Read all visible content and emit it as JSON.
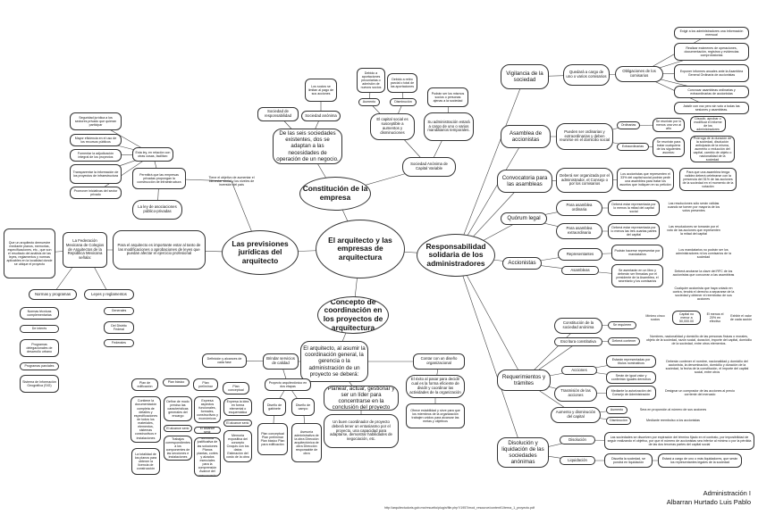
{
  "center": "El arquitecto y las empresas de arquitectura",
  "main": {
    "constitucion": "Constitución de la empresa",
    "previsiones": "Las previsiones jurídicas del arquitecto",
    "responsabilidad": "Responsabilidad solidaria de los administradores",
    "concepto": "Concepto de coordinación en los proyectos de arquitectura"
  },
  "constitucion_branch": {
    "de_las_seis": "De las seis sociedades existentes, dos se adaptan a las necesidades de operación de un negocio.",
    "soc_responsabilidad": "Sociedad de responsabilidad",
    "soc_anonima": "Sociedad anónima",
    "socios_limitar": "Los socios se limitan al pago de sus acciones",
    "debido_aportaciones": "Debido a aportaciones pecuniarias o admisión de nuevos socios",
    "debido_reduccion": "Debido a retiro parcial o total de las aportaciones",
    "aumento": "Aumento",
    "disminucion": "Disminución",
    "capital_social": "El capital social es susceptible a aumentos y disminuciones",
    "podran_mismos": "Podrán ser los mismos socios o personas ajenas a la sociedad",
    "administracion": "Su administración estará a cargo de uno o varios mandatarios temporales.",
    "anonima_capital": "Sociedad Anónima de Capital Variable"
  },
  "previsiones_branch": {
    "seguridad": "Seguridad jurídica a los sectores privado que quieran participar",
    "mayor_eficiencia": "Mayor eficiencia en el uso de los recursos públicos",
    "fomentar": "Fomentar la adjudicación integral de los proyectos",
    "transparentar": "Transparentar la información de los proyectos de infraestructura",
    "promover": "Promover iniciativas del sector privado",
    "esta_ley": "Esta ley, en relación con otras cosas, facilitan:",
    "permitira": "Permitirá que las empresas privadas propongan la construcción de infraestructura",
    "tiene_objetivo": "Tiene el objetivo de aumentar el bienestar social y los niveles de inversión del país",
    "ley_asociaciones": "La ley de asociaciones público-privadas",
    "para_arquitecto": "Para el arquitecto es importante estar al tanto de las modificaciones o aprobaciones de leyes que puedan afectar el ejercicio profesional",
    "federacion": "La Federación Mexicana de Colegios de Arquitectos de la República Mexicana señala:",
    "que_un_arquitecto": "Que un arquitecto demuestre mediante planos, memorias, especificaciones, etc., que son el resultado del análisis de las leyes, reglamentos y normas aplicables en la localidad donde se ubique el proyecto",
    "normas": "Normas y programas",
    "leyes": "Leyes y reglamentos",
    "normas_items": [
      "Normas técnicas complementarias",
      "De interés",
      "Programas delegacionales de desarrollo urbano",
      "Programas parciales",
      "Sistema de Información Geográfica (SIG)"
    ],
    "leyes_items": [
      "Generales",
      "Del Distrito Federal",
      "Federales"
    ]
  },
  "coordinacion_branch": {
    "arquitecto_asumir": "El arquitecto, al asumir la coordinación general, la gerencia o la administración de un proyecto se deberá:",
    "brindar": "Brindar servicios de calidad",
    "contar": "Contar con un diseño organizacional",
    "definicion": "Definición y alcances de cada fase",
    "proyecto_arq": "Proyecto arquitectónico en dos etapas",
    "planes": [
      "Plan de edificación",
      "Plan básico",
      "Plan preliminar",
      "Plan conceptual"
    ],
    "plan_desc": [
      "Contiene la documentación completa de detalles y especificaciones de todos los materiales, elementos, sistemas constructivos e instalaciones",
      "Define de modo preciso las características generales del encargo",
      "Expresa aspectos funcionales, formales, constructivos y económicos",
      "Expresa la idea en forma elemental o esquemática"
    ],
    "el_alcance": [
      "El alcance será:",
      "El alcance será:",
      "El alcance será:"
    ],
    "alcance_desc": [
      "La totalidad de los planos para obtener la licencia de construcción",
      "Trabajos correspondientes a los componentes de las secciones e instalaciones",
      "Memoria justificativa de las soluciones Planos plantas, cortes y alzados esenciales para la comprensión Avance del presupuesto",
      "Memoria expositiva del concepto Croquis con los datos Estimación del costo de la obra"
    ],
    "diseno_gabinete": "Diseño de gabinete",
    "diseno_campo": "Diseño de campo",
    "gabinete_desc": "Plan conceptual Plan preliminar Plan básico Plan para edificación",
    "campo_desc": "Asesoría administrativa de la obra Dirección arquitectónica de obra Dirección responsable de obra",
    "planear": "Planear, actuar, gestionar y ser un líder para concentrarse en la conclusión del proyecto",
    "buen_coordinador": "Un buen coordinador de proyecto deberá tener un entusiasmo por el proyecto, una capacidad para adaptarse, demostrar habilidades de negociación, etc.",
    "exito": "El éxito al pasar para decidir cual es la forma eficiente de dividir y coordinar las actividades de la organización",
    "ofrece": "Ofrece estabilidad y sirve para que los miembros de la organización trabajen unidos para alcanzar las metas y objetivos"
  },
  "responsabilidad_branch": {
    "vigilancia": "Vigilancia de la sociedad",
    "cargo_comisarios": "Quedará a cargo de uno o varios comisarios",
    "obligaciones": "Obligaciones de los comisarios",
    "obligaciones_items": [
      "Exigir a los administradores una información mensual",
      "Realizar exámenes de operaciones, documentación, registros y evidencias comprobatorias",
      "Exponer informes anuales ante la Asamblea General Ordinaria de accionistas",
      "Convocar asambleas ordinarias y extraordinarias de accionistas",
      "Asistir con voz pero sin voto a todas las sesiones y asambleas."
    ],
    "asamblea_acc": "Asamblea de accionistas",
    "pueden_ser": "Pueden ser ordinarias y extraordinarias y deben reunirse en el domicilio social",
    "ordinarias": "Ordinarias",
    "extraordinarias": "Extraordinarias",
    "ord_desc": "Se reunirán por lo menos una vez al año",
    "ord_desc2": "Discutir, aprobar o modificar el informe de los administradores",
    "ext_desc": "Se reunirán para tratar cualquiera de los siguientes asuntos:",
    "ext_desc2": "Prórroga de la duración de la sociedad, disolución anticipada de la misma, aumento o reducción del capital, cambio de objeto o nacionalidad de la sociedad",
    "convocatoria": "Convocatoria para las asambleas",
    "conv_desc": "Deberá ser organizada por el administrador, el Consejo o por los comisarios",
    "conv_desc2": "Los accionistas que representen el 33% del capital social podrán pedir una asamblea para tratar los asuntos que indiquen en su petición",
    "conv_desc3": "Para que una asamblea tenga validez deberá celebrarse con la presencia del 51% de las acciones de la sociedad en el momento de la votación",
    "quorum": "Quórum legal",
    "para_ord": "Para asamblea ordinaria",
    "para_ext": "Para asamblea extraordinaria",
    "ord_q": "Deberá estar representada por lo menos la mitad del capital social",
    "ext_q": "Deberá estar representada por lo menos las tres cuartas partes del capital",
    "ord_r": "Las resoluciones sólo serán válidas cuando se tomen por mayoría de los votos presentes",
    "ext_r": "Las resoluciones se tomarán por el voto de las acciones que representen la mitad del capital",
    "accionistas": "Accionistas",
    "representantes": "Representantes",
    "repr_desc": "Podrán hacerse representar por mandatarios",
    "repr_desc2": "Los mandatarios no podrán ser los administradores ni los comisarios de la sociedad",
    "asambleas": "Asambleas",
    "asam_desc": "Se asentarán en un libro y deberán ser firmadas por el presidente de la Asamblea, el secretario y los comisarios",
    "asam_desc2": "Deberá anotarse la clave del RFC de los accionistas que concurran a las asambleas",
    "asam_desc3": "Cualquier accionista que haya votado en contra, tendrá el derecho a separarse de la sociedad y obtener el reembolso de sus acciones",
    "requerimientos": "Requerimientos y trámites",
    "constitucion_soc": "Constitución de la sociedad anónima",
    "se_requieren": "Se requieren",
    "minimo_socios": "Mínimo cinco socios",
    "capital_min": "Capital no menor a 50,000.00",
    "el_menos": "El menos el 20% en efectivo",
    "exhibir": "Exhibir el valor de cada acción",
    "escritura": "Escritura constitutiva",
    "deberá_contener": "Deberá contener",
    "escritura_desc": "Nombres, nacionalidad y domicilio de las personas físicas o morales, objeto de la sociedad, razón social, duración, importe del capital, domicilio de la sociedad, entre otros elementos.",
    "acciones": "Acciones",
    "estaran_repr": "Estarán representadas por títulos nominativos",
    "seran_igual": "Serán de igual valor y conferirán iguales derechos",
    "deberan_cont": "Deberán contener el nombre, nacionalidad y domicilio del accionista, la denominación, domicilio y duración de la sociedad, la fecha de la constitución, el importe del capital social, entre otros",
    "transmision": "Trasmisión de las acciones",
    "mediante": "Mediante la autorización del Consejo de Administración",
    "designar": "Designar un comprador de las acciones al precio corriente del mercado",
    "aumento_disminucion": "Aumento y disminución del capital",
    "aumento": "Aumento",
    "disminucion": "Disminución",
    "aum_desc": "Sera en proporción al número de sus acciones",
    "dis_desc": "Mediante reembolso a los accionistas",
    "disolucion": "Disolución y liquidación de las sociedades anónimas",
    "disolucion_l": "Disolución",
    "liquidacion": "Liquidación",
    "dis_text": "Las sociedades se disuelven por expiración del término fijado en el contrato, por imposibilidad de seguir realizando el objetivo, por que el número de accionistas sea inferior al mínimo o por la pérdida de las dos terceras partes del capital social",
    "liq_text": "Disuelta la sociedad, se pondrá en liquidación",
    "liq_text2": "Estará a cargo de uno o más liquidadores, que serán los representantes legales de la sociedad"
  },
  "footer": {
    "line1": "Administración I",
    "line2": "Albarran Hurtado Luis Pablo",
    "url": "http://arquitectudoris.gob.mx/resuelto/plugin/file.php?/1957/mod_resource/content/1/terna_1_proyecto.pdf"
  }
}
